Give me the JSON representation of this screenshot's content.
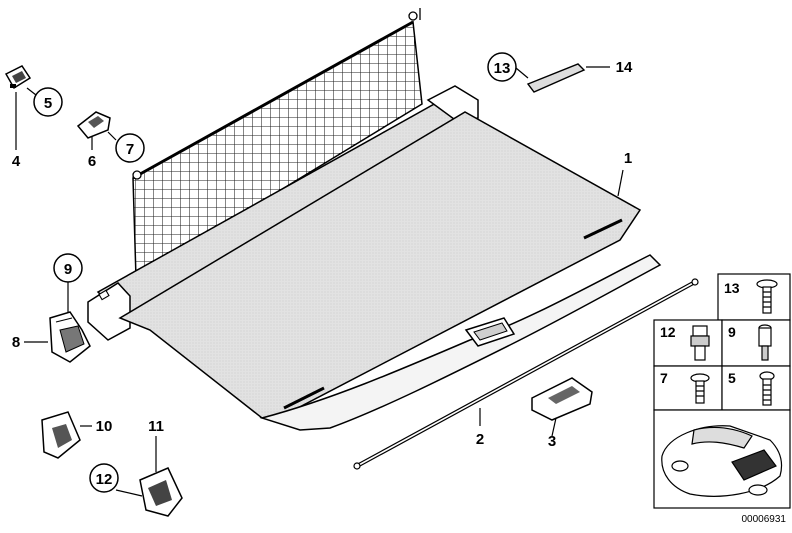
{
  "diagram": {
    "callouts": {
      "c1": "1",
      "c2": "2",
      "c3": "3",
      "c4": "4",
      "c5": "5",
      "c6": "6",
      "c7": "7",
      "c8": "8",
      "c9": "9",
      "c10": "10",
      "c11": "11",
      "c12": "12",
      "c13": "13",
      "c14": "14"
    },
    "fastener_table": {
      "r1": "13",
      "r2a": "12",
      "r2b": "9",
      "r3a": "7",
      "r3b": "5"
    },
    "diagram_code": "00006931"
  }
}
